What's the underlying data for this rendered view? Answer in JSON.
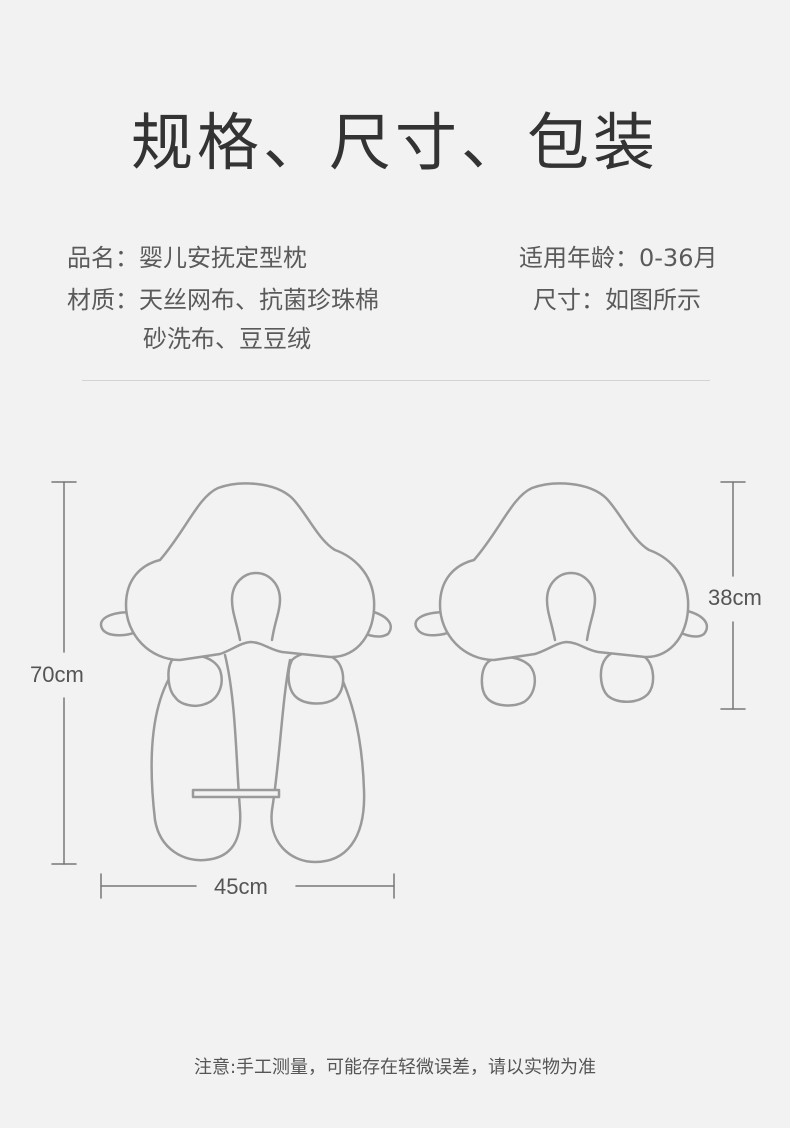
{
  "title": "规格、尺寸、包装",
  "specs": {
    "name_label": "品名：",
    "name_value": "婴儿安抚定型枕",
    "age_label": "适用年龄：",
    "age_value": "0-36月",
    "material_label": "材质：",
    "material_line1": "天丝网布、抗菌珍珠棉",
    "material_line2": "砂洗布、豆豆绒",
    "size_label": "尺寸：",
    "size_value": "如图所示"
  },
  "dimensions": {
    "height_full": "70cm",
    "width": "45cm",
    "height_short": "38cm"
  },
  "note": "注意:手工测量，可能存在轻微误差，请以实物为准",
  "colors": {
    "background": "#f2f2f2",
    "outline": "#9a9a9a",
    "fill": "#f2f2f2"
  }
}
